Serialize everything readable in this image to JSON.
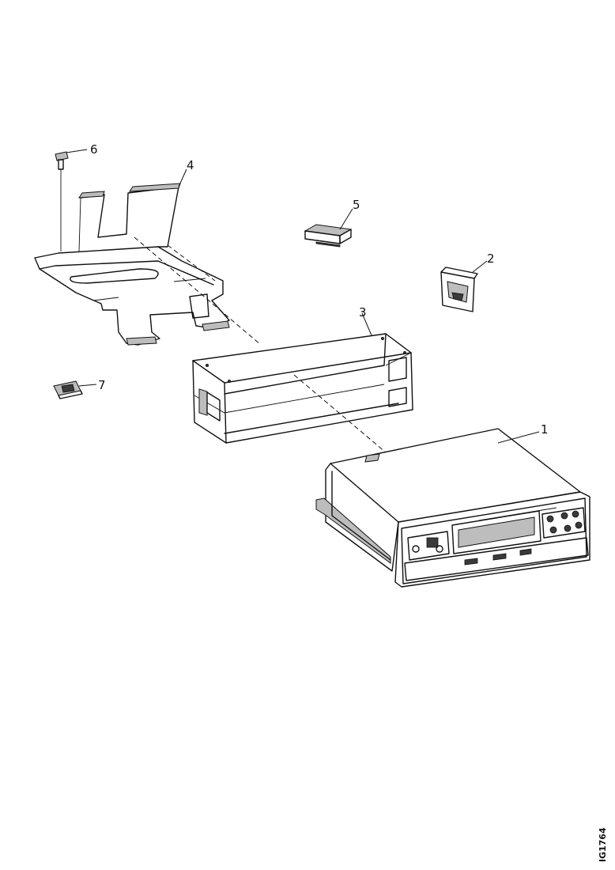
{
  "callouts": {
    "c1": "1",
    "c2": "2",
    "c3": "3",
    "c4": "4",
    "c5": "5",
    "c6": "6",
    "c7": "7"
  },
  "drawing_number": "IG1764",
  "colors": {
    "line": "#111111",
    "shade": "#bdbdbd",
    "paper": "#ffffff"
  }
}
